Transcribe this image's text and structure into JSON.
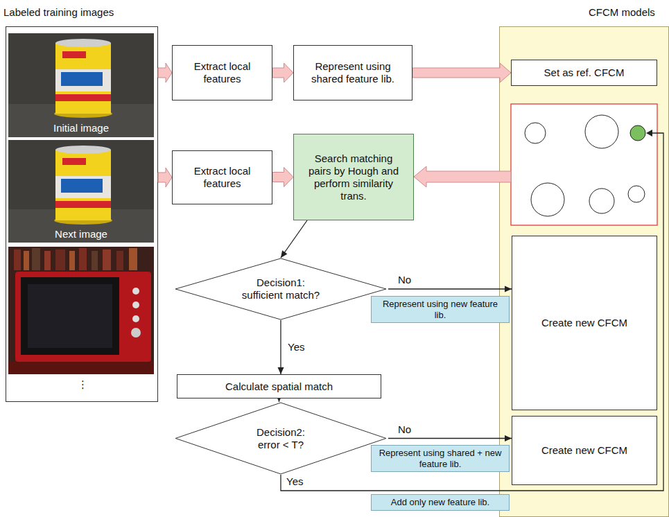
{
  "diagram": {
    "nodes": [
      {
        "text": [
          "Labeled training images"
        ]
      },
      {
        "text": [
          "Extract local features"
        ]
      },
      {
        "text": [
          "Represent using shared feature lib."
        ]
      },
      {
        "text": [
          "CFCM models"
        ]
      },
      {
        "text": [
          "Set as ref. CFCM"
        ],
        "in": 3
      },
      {
        "text": [
          "Extract local features"
        ]
      },
      {
        "text": [
          "Search matching pairs by Hough and perform similarity trans."
        ]
      },
      {
        "text": [
          "Decision1: sufficient match?"
        ]
      },
      {
        "text": [
          "Create new CFCM"
        ],
        "in": 3
      },
      {
        "text": [
          "Represent using new feature lib."
        ]
      },
      {
        "text": [
          "Calculate spatial match"
        ]
      },
      {
        "text": [
          "Decision2: error < T?"
        ]
      },
      {
        "text": [
          "Create new CFCM"
        ],
        "in": 3
      },
      {
        "text": [
          "Represent using shared + new feature lib."
        ]
      },
      {
        "text": [
          "Add only new feature lib."
        ]
      }
    ],
    "edges": [
      {
        "from": 0,
        "to": 1,
        "arrow": "to"
      },
      {
        "from": 1,
        "to": 2,
        "arrow": "to"
      },
      {
        "from": 2,
        "to": 4,
        "arrow": "to"
      },
      {
        "from": 0,
        "to": 5,
        "arrow": "to"
      },
      {
        "from": 5,
        "to": 6,
        "arrow": "to"
      },
      {
        "from": 6,
        "to": 7,
        "arrow": "to"
      },
      {
        "from": 7,
        "to": 8,
        "label": "No",
        "arrow": "to"
      },
      {
        "from": 7,
        "to": 10,
        "label": "Yes",
        "arrow": "to"
      },
      {
        "from": 10,
        "to": 11,
        "arrow": "to"
      },
      {
        "from": 11,
        "to": 12,
        "label": "No",
        "arrow": "to"
      }
    ],
    "labels": [
      "Initial image",
      "Next image",
      "⋮",
      "Yes"
    ]
  }
}
